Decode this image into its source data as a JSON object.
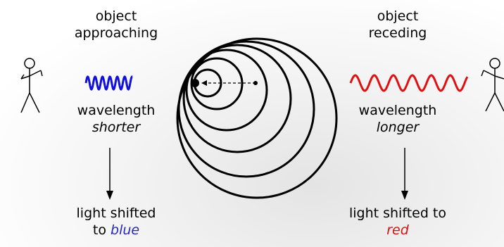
{
  "left": {
    "title_line1": "object",
    "title_line2": "approaching",
    "wavelength_label": "wavelength",
    "wavelength_change": "shorter",
    "result_prefix": "light shifted",
    "result_to": "to",
    "result_color_word": "blue",
    "wave_color": "#1010e0"
  },
  "right": {
    "title_line1": "object",
    "title_line2": "receding",
    "wavelength_label": "wavelength",
    "wavelength_change": "longer",
    "result_prefix": "light shifted to",
    "result_color_word": "red",
    "wave_color": "#e01010"
  },
  "colors": {
    "blue_text": "#2626b8",
    "red_text": "#d81010"
  }
}
